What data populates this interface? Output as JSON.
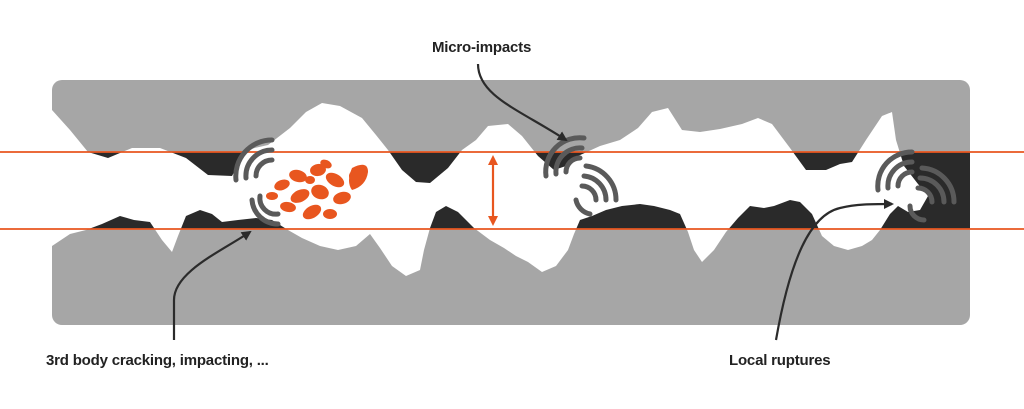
{
  "labels": {
    "micro_impacts": "Micro-impacts",
    "third_body": "3rd body cracking, impacting, ...",
    "local_ruptures": "Local ruptures"
  },
  "colors": {
    "bulk": "#a6a6a6",
    "contact_zone": "#2a2a2a",
    "gap": "#ffffff",
    "accent": "#e8561f",
    "arrow": "#2b2b2b",
    "impact_waves": "#5a5a5a"
  },
  "icons": {
    "impact_marker": "concentric-arcs",
    "leader_arrow": "curved-arrow",
    "gap_indicator": "double-headed-arrow"
  }
}
